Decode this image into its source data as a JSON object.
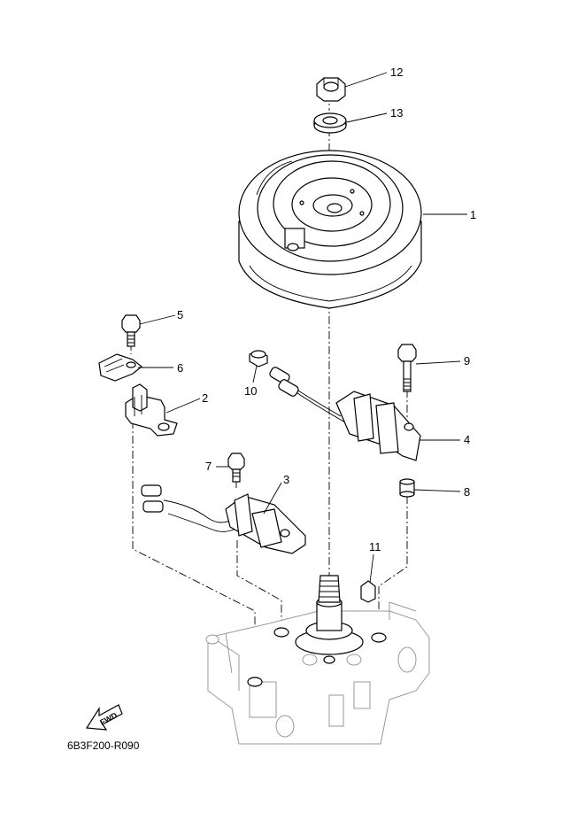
{
  "diagram": {
    "drawing_code": "6B3F200-R090",
    "direction_label": "FWD",
    "callouts": [
      "1",
      "2",
      "3",
      "4",
      "5",
      "6",
      "7",
      "8",
      "9",
      "10",
      "11",
      "12",
      "13"
    ]
  }
}
